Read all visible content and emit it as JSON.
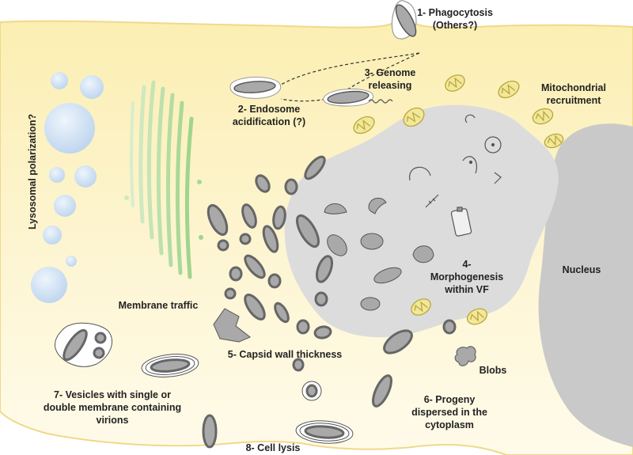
{
  "labels": {
    "phagocytosis": "1- Phagocytosis",
    "phagocytosis_sub": "(Others?)",
    "endosome": "2- Endosome",
    "endosome_sub": "acidification (?)",
    "genome": "3- Genome",
    "genome_sub": "releasing",
    "mito": "Mitochondrial",
    "mito_sub": "recruitment",
    "lysosomal": "Lysosomal polarization?",
    "nucleus": "Nucleus",
    "morph_1": "4-",
    "morph_2": "Morphogenesis",
    "morph_3": "within VF",
    "membrane_traffic": "Membrane traffic",
    "capsid": "5- Capsid wall thickness",
    "blobs": "Blobs",
    "progeny_1": "6- Progeny",
    "progeny_2": "dispersed in the",
    "progeny_3": "cytoplasm",
    "vesicles_1": "7- Vesicles with single or",
    "vesicles_2": "double membrane containing",
    "vesicles_3": "virions",
    "lysis": "8- Cell lysis"
  },
  "colors": {
    "cytoplasm": "#fdf3c4",
    "membrane": "#f0d98a",
    "factory": "#dcdcdc",
    "nucleus": "#c9c9c9",
    "capsid_fill": "#a9a9a9",
    "capsid_stroke": "#666666",
    "lysosome": "#d3e4f5",
    "golgi": "#b9dfa9",
    "mito": "#f2e79a",
    "mito_stroke": "#b8a73a"
  }
}
